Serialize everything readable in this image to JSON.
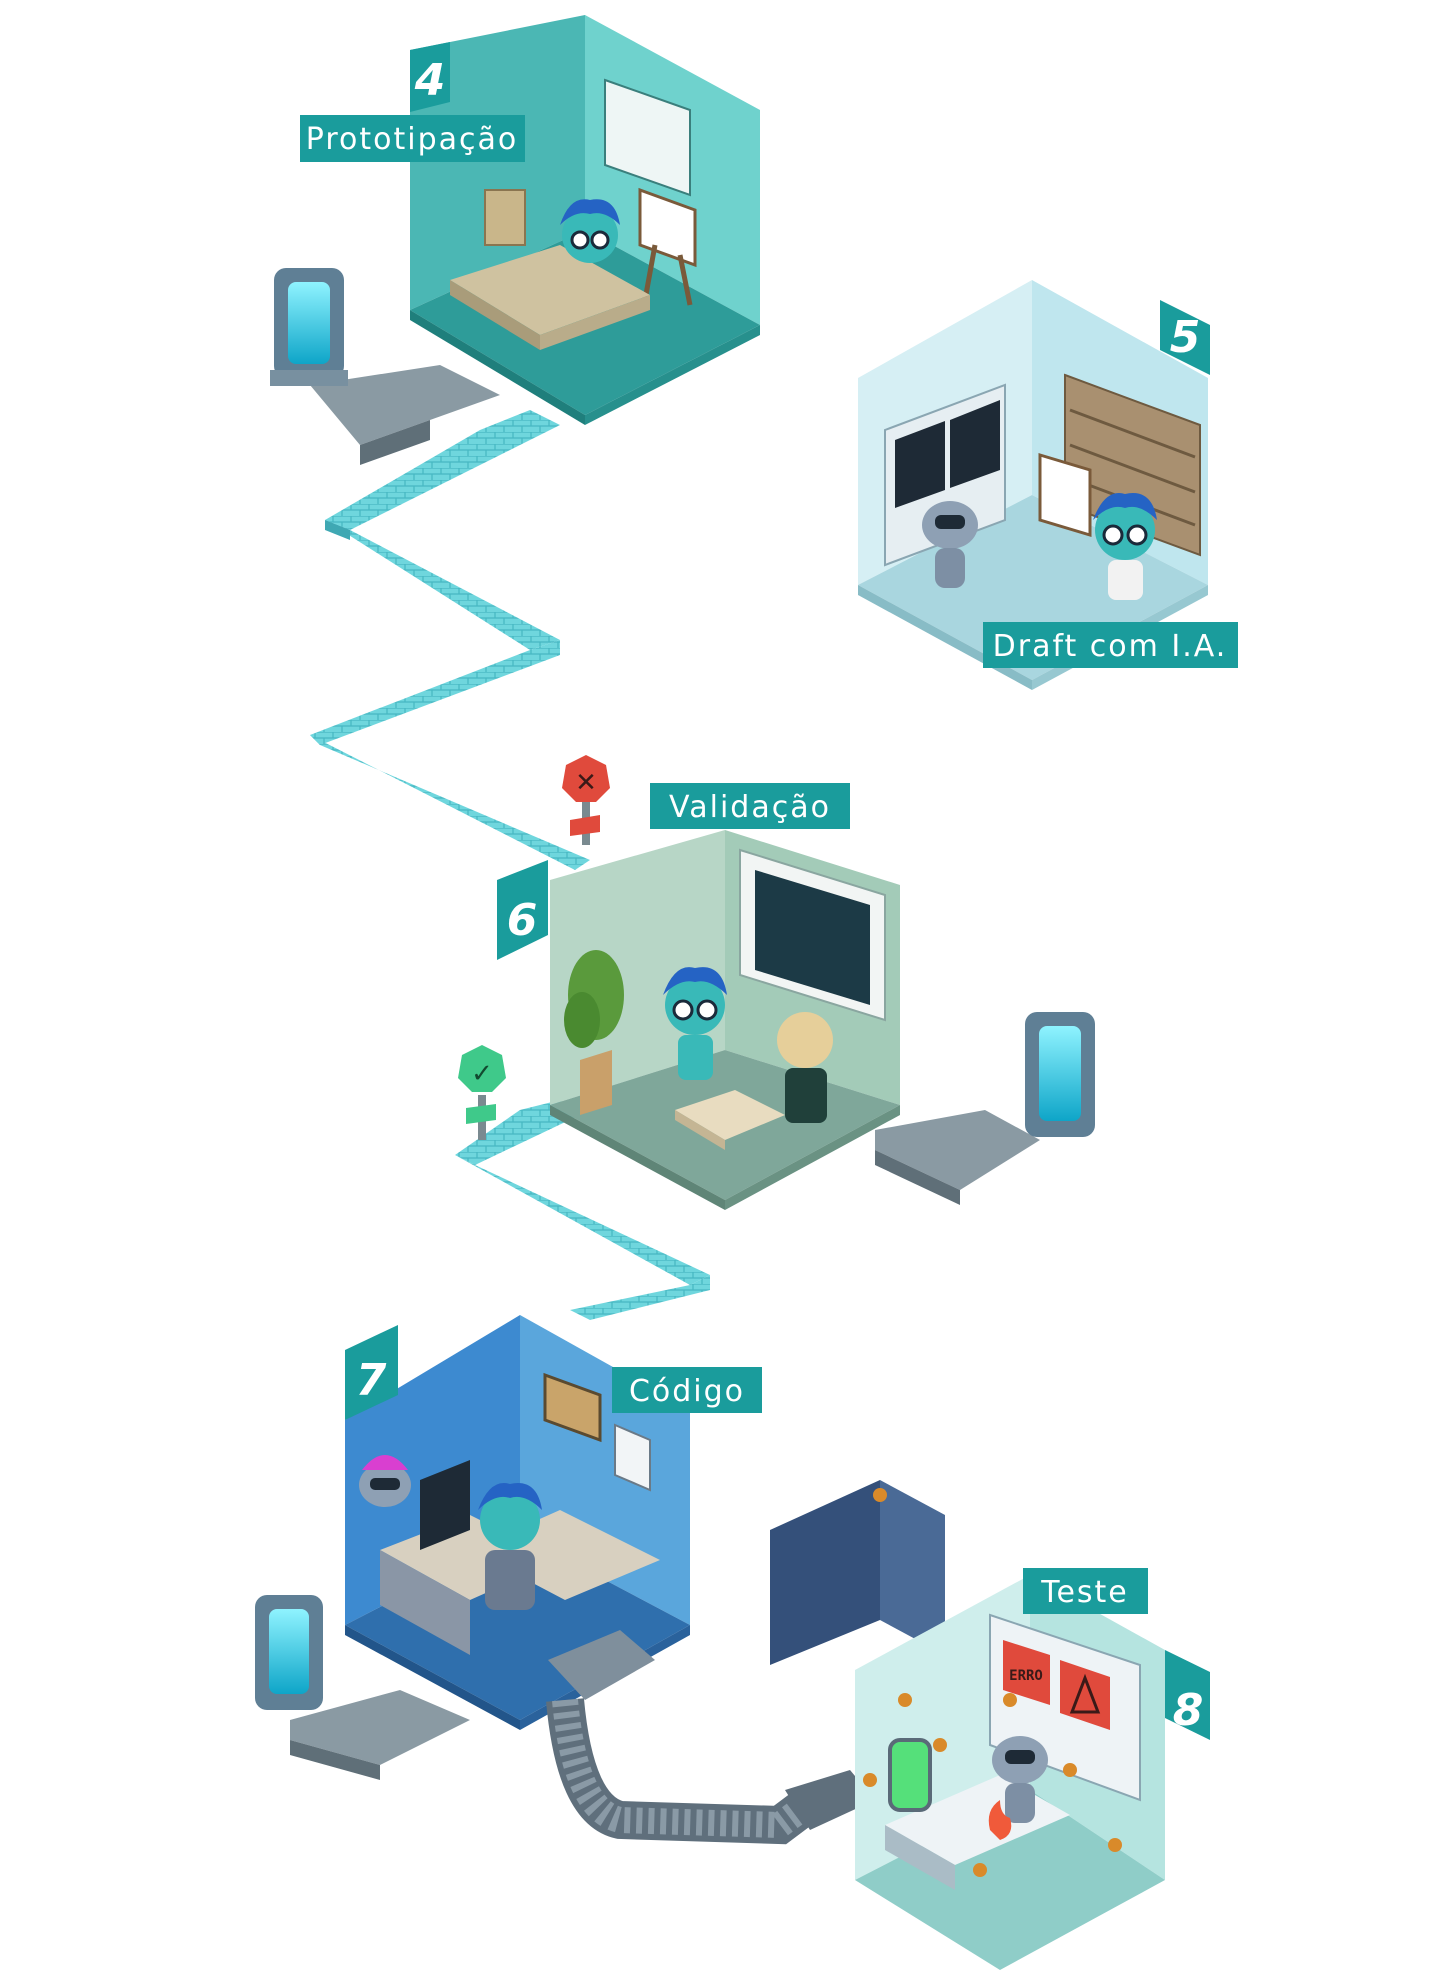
{
  "stages": [
    {
      "number": "4",
      "label": "Prototipação"
    },
    {
      "number": "5",
      "label": "Draft com I.A."
    },
    {
      "number": "6",
      "label": "Validação"
    },
    {
      "number": "7",
      "label": "Código"
    },
    {
      "number": "8",
      "label": "Teste"
    }
  ],
  "wall_text": {
    "error": "ERRO"
  },
  "colors": {
    "teal": "#1a9c9c",
    "teal_light": "#5fd0cc",
    "path": "#6fd6dd",
    "gray_path": "#8a9aa3",
    "room5": "#bfe6ee",
    "room6": "#a9ccbd",
    "room7": "#3f8fcc",
    "room8": "#bfe7e4",
    "sign_error": "#e04a3c",
    "sign_ok": "#3fc98a"
  },
  "icons": [
    "portal-icon",
    "error-sign-icon",
    "check-sign-icon",
    "robot-icon",
    "bug-icon"
  ]
}
